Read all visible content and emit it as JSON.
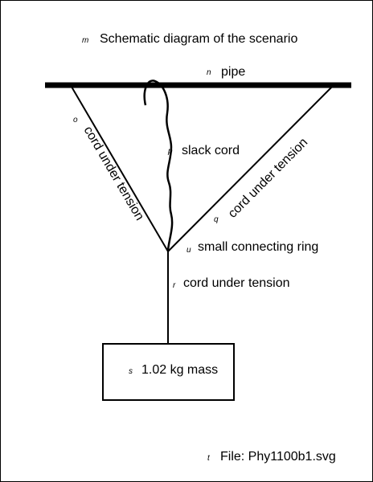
{
  "title": {
    "tag": "m",
    "text": "Schematic diagram of the scenario"
  },
  "pipe": {
    "tag": "n",
    "text": "pipe"
  },
  "cord_left": {
    "tag": "o",
    "text": "cord under tension"
  },
  "slack": {
    "tag": "p",
    "text": "slack cord"
  },
  "cord_right": {
    "tag": "q",
    "text": "cord under tension"
  },
  "ring": {
    "tag": "u",
    "text": "small connecting ring"
  },
  "cord_vertical": {
    "tag": "r",
    "text": "cord under tension"
  },
  "mass": {
    "tag": "s",
    "text": "1.02 kg mass"
  },
  "file": {
    "tag": "t",
    "text": "File: Phy1100b1.svg"
  },
  "colors": {
    "line": "#000000",
    "background": "#ffffff"
  }
}
